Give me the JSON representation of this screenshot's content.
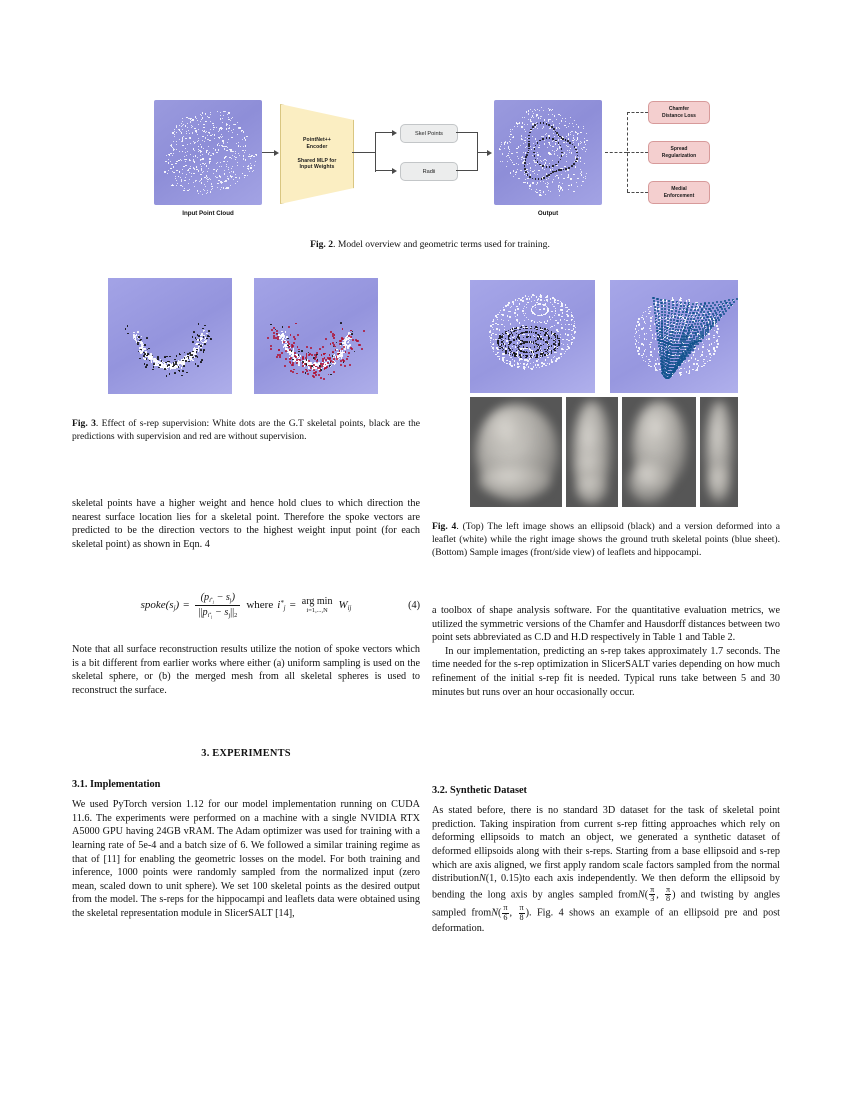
{
  "figure2": {
    "input_label": "Input Point Cloud",
    "output_label": "Output",
    "encoder_line1": "PointNet++",
    "encoder_line2": "Encoder",
    "encoder_line3": "Shared MLP for",
    "encoder_line4": "Input Weights",
    "branch_boxes": [
      "Skel Points",
      "Radii"
    ],
    "loss_boxes": [
      "Chamfer\nDistance Loss",
      "Spread\nRegularization",
      "Medial\nEnforcement"
    ],
    "caption_prefix": "Fig. 2",
    "caption_text": ". Model overview and geometric terms used for training.",
    "colors": {
      "point_cloud_bg": "#9a9ade",
      "encoder_fill": "#fbeec2",
      "encoder_stroke": "#d9c681",
      "branch_fill": "#eceded",
      "loss_fill": "#f4cfcf",
      "loss_stroke": "#d79a9a",
      "arrow": "#4a4a4a"
    }
  },
  "figure3": {
    "caption_prefix": "Fig. 3",
    "caption_text": ". Effect of s-rep supervision: White dots are the G.T skeletal points, black are the predictions with supervision and red are without supervision.",
    "colors": {
      "bg": "#a3a3e6",
      "gt_points": "#ffffff",
      "supervised_points": "#111111",
      "unsupervised_points": "#b01030"
    }
  },
  "figure4": {
    "caption_prefix": "Fig. 4",
    "caption_text": ". (Top) The left image shows an ellipsoid (black) and a version deformed into a leaflet (white) while the right image shows the ground truth skeletal points (blue sheet). (Bottom) Sample images (front/side view) of leaflets and hippocampi.",
    "colors": {
      "bg": "#a6a6e8",
      "skeletal_sheet": "#14538e",
      "gray_panel": "#565656"
    }
  },
  "left_column": {
    "para_spoke": "skeletal points have a higher weight and hence hold clues to which direction the nearest surface location lies for a skeletal point. Therefore the spoke vectors are predicted to be the direction vectors to the highest weight input point (for each skeletal point) as shown in Eqn. 4",
    "equation": {
      "lhs": "spoke",
      "lhs_arg": "s",
      "lhs_arg_sub": "j",
      "equals": "=",
      "numerator": "(p    − s )",
      "denominator": "||p    − s ||",
      "where": "where",
      "argmin": "arg min",
      "argmin_range": "i=1,...,N",
      "weight": "W",
      "weight_sub": "ij",
      "number": "(4)"
    },
    "para_note": "Note that all surface reconstruction results utilize the notion of spoke vectors which is a bit different from earlier works where either (a) uniform sampling is used on the skeletal sphere, or (b) the merged mesh from all skeletal spheres is used to reconstruct the surface.",
    "section_heading": "3.  EXPERIMENTS",
    "subsection_heading": "3.1.  Implementation",
    "para_implementation": "We used PyTorch version 1.12 for our model implementation running on CUDA 11.6. The experiments were performed on a machine with a single NVIDIA RTX A5000 GPU having 24GB vRAM. The Adam optimizer was used for training with a learning rate of 5e-4 and a batch size of 6. We followed a similar training regime as that of [11] for enabling the geometric losses on the model. For both training and inference, 1000 points were randomly sampled from the normalized input (zero mean, scaled down to unit sphere). We set 100 skeletal points as the desired output from the model. The s-reps for the hippocampi and leaflets data were obtained using the skeletal representation module in SlicerSALT [14],"
  },
  "right_column": {
    "para_toolbox": "a toolbox of shape analysis software. For the quantitative evaluation metrics, we utilized the symmetric versions of the Chamfer and Hausdorff distances between two point sets abbreviated as C.D and H.D respectively in Table 1 and Table 2.",
    "para_timing": "In our implementation, predicting an s-rep takes approximately 1.7 seconds. The time needed for the s-rep optimization in SlicerSALT varies depending on how much refinement of the initial s-rep fit is needed. Typical runs take between 5 and 30 minutes but runs over an hour occasionally occur.",
    "subsection_heading": "3.2.  Synthetic Dataset",
    "para_synth_a": "As stated before, there is no standard 3D dataset for the task of skeletal point prediction. Taking inspiration from current s-rep fitting approaches which rely on deforming ellipsoids to match an object, we generated a synthetic dataset of deformed ellipsoids along with their s-reps. Starting from a base ellipsoid and s-rep which are axis aligned, we first apply random scale factors sampled from the normal distribution",
    "dist_scale": "(1, 0.15)",
    "para_synth_b": "to each axis independently. We then deform the ellipsoid by bending the long axis by angles sampled from",
    "dist_bend_num1": "π",
    "dist_bend_den1": "3",
    "dist_bend_num2": "π",
    "dist_bend_den2": "8",
    "para_synth_c": "and twisting by angles sampled from",
    "dist_twist_num1": "π",
    "dist_twist_den1": "6",
    "dist_twist_num2": "π",
    "dist_twist_den2": "8",
    "para_synth_d": ". Fig. 4 shows an example of an ellipsoid pre and post deformation.",
    "normal_symbol": "N"
  }
}
